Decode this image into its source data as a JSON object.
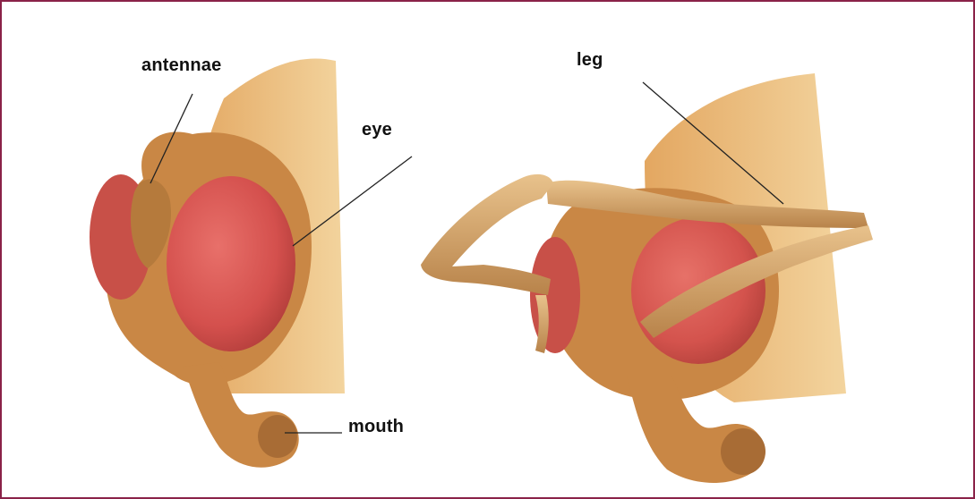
{
  "labels": {
    "antennae": "antennae",
    "eye": "eye",
    "mouth": "mouth",
    "leg": "leg"
  },
  "colors": {
    "border": "#8a2248",
    "body": "#d99a55",
    "eye": "#d85a55",
    "leader_line": "#222222"
  }
}
